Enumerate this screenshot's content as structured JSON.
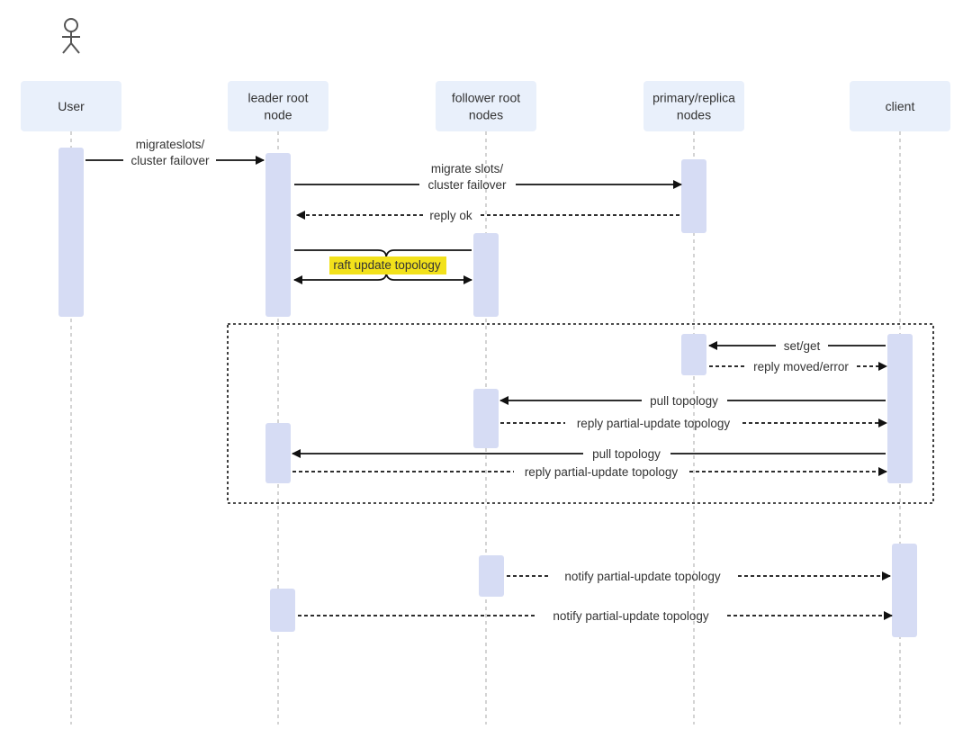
{
  "colors": {
    "participant_box": "#e9f0fb",
    "activation": "#d6dcf4",
    "lifeline": "#b8b8b8",
    "arrow": "#111111",
    "highlight": "#f2e11b",
    "text": "#333333"
  },
  "actor_icon": "stick-figure-user-icon",
  "participants": [
    {
      "id": "user",
      "lines": [
        "User"
      ]
    },
    {
      "id": "leader",
      "lines": [
        "leader root",
        "node"
      ]
    },
    {
      "id": "follower",
      "lines": [
        "follower root",
        "nodes"
      ]
    },
    {
      "id": "primary",
      "lines": [
        "primary/replica",
        "nodes"
      ]
    },
    {
      "id": "client",
      "lines": [
        "client"
      ]
    }
  ],
  "messages": [
    {
      "id": "migrateslots",
      "lines": [
        "migrateslots/",
        "cluster failover"
      ]
    },
    {
      "id": "migrate-slots",
      "lines": [
        "migrate slots/",
        "cluster failover"
      ]
    },
    {
      "id": "reply-ok",
      "lines": [
        "reply ok"
      ]
    },
    {
      "id": "raft-update",
      "lines": [
        "raft update topology"
      ]
    },
    {
      "id": "set-get",
      "lines": [
        "set/get"
      ]
    },
    {
      "id": "reply-moved",
      "lines": [
        "reply moved/error"
      ]
    },
    {
      "id": "pull-topology-1",
      "lines": [
        "pull  topology"
      ]
    },
    {
      "id": "reply-partial-1",
      "lines": [
        "reply partial-update topology"
      ]
    },
    {
      "id": "pull-topology-2",
      "lines": [
        "pull  topology"
      ]
    },
    {
      "id": "reply-partial-2",
      "lines": [
        "reply partial-update topology"
      ]
    },
    {
      "id": "notify-1",
      "lines": [
        "notify partial-update topology"
      ]
    },
    {
      "id": "notify-2",
      "lines": [
        "notify partial-update topology"
      ]
    }
  ]
}
